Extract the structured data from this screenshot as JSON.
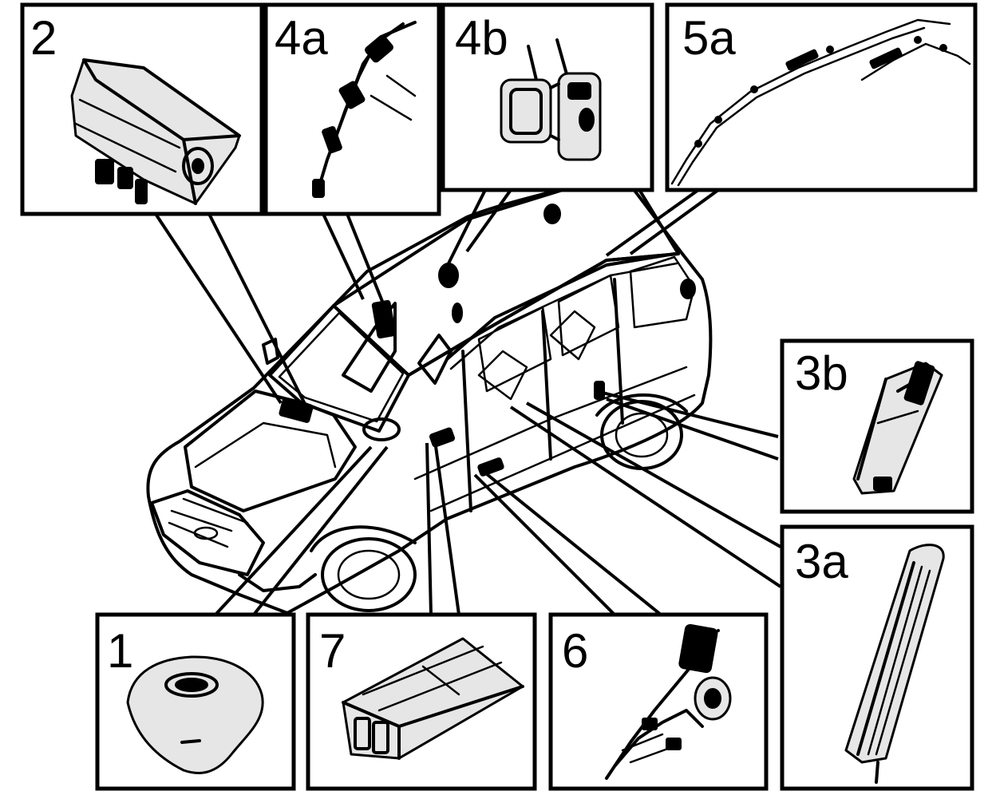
{
  "callouts": {
    "c1": "1",
    "c2": "2",
    "c3a": "3a",
    "c3b": "3b",
    "c4a": "4a",
    "c4b": "4b",
    "c5a": "5a",
    "c6": "6",
    "c7": "7"
  },
  "colors": {
    "ink": "#000000",
    "background": "#ffffff"
  }
}
